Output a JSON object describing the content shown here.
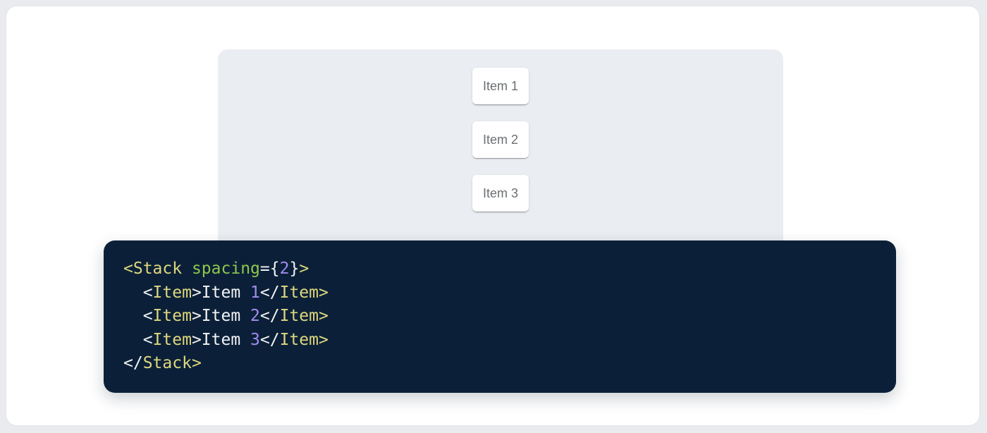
{
  "page": {
    "background": "#E9EBEE",
    "card_background": "#FFFFFF"
  },
  "demo": {
    "panel_background": "#EAEDF1",
    "item_text_color": "#6B6F73",
    "items": [
      {
        "label": "Item 1"
      },
      {
        "label": "Item 2"
      },
      {
        "label": "Item 3"
      }
    ]
  },
  "code": {
    "background": "#0B2038",
    "colors": {
      "tag": "#DED77E",
      "attr": "#8FC74C",
      "number": "#A18CF2",
      "plain": "#F2F3F5"
    },
    "lines": [
      {
        "tokens": [
          {
            "t": "<Stack",
            "c": "tag"
          },
          {
            "t": " ",
            "c": "plain"
          },
          {
            "t": "spacing",
            "c": "attr"
          },
          {
            "t": "={",
            "c": "plain"
          },
          {
            "t": "2",
            "c": "number"
          },
          {
            "t": "}",
            "c": "plain"
          },
          {
            "t": ">",
            "c": "tag"
          }
        ]
      },
      {
        "tokens": [
          {
            "t": "  <",
            "c": "plain"
          },
          {
            "t": "Item",
            "c": "tag"
          },
          {
            "t": ">",
            "c": "plain"
          },
          {
            "t": "Item ",
            "c": "plain"
          },
          {
            "t": "1",
            "c": "number"
          },
          {
            "t": "</",
            "c": "plain"
          },
          {
            "t": "Item",
            "c": "tag"
          },
          {
            "t": ">",
            "c": "tag"
          }
        ]
      },
      {
        "tokens": [
          {
            "t": "  <",
            "c": "plain"
          },
          {
            "t": "Item",
            "c": "tag"
          },
          {
            "t": ">",
            "c": "plain"
          },
          {
            "t": "Item ",
            "c": "plain"
          },
          {
            "t": "2",
            "c": "number"
          },
          {
            "t": "</",
            "c": "plain"
          },
          {
            "t": "Item",
            "c": "tag"
          },
          {
            "t": ">",
            "c": "tag"
          }
        ]
      },
      {
        "tokens": [
          {
            "t": "  <",
            "c": "plain"
          },
          {
            "t": "Item",
            "c": "tag"
          },
          {
            "t": ">",
            "c": "plain"
          },
          {
            "t": "Item ",
            "c": "plain"
          },
          {
            "t": "3",
            "c": "number"
          },
          {
            "t": "</",
            "c": "plain"
          },
          {
            "t": "Item",
            "c": "tag"
          },
          {
            "t": ">",
            "c": "tag"
          }
        ]
      },
      {
        "tokens": [
          {
            "t": "</",
            "c": "plain"
          },
          {
            "t": "Stack",
            "c": "tag"
          },
          {
            "t": ">",
            "c": "tag"
          }
        ]
      }
    ]
  }
}
